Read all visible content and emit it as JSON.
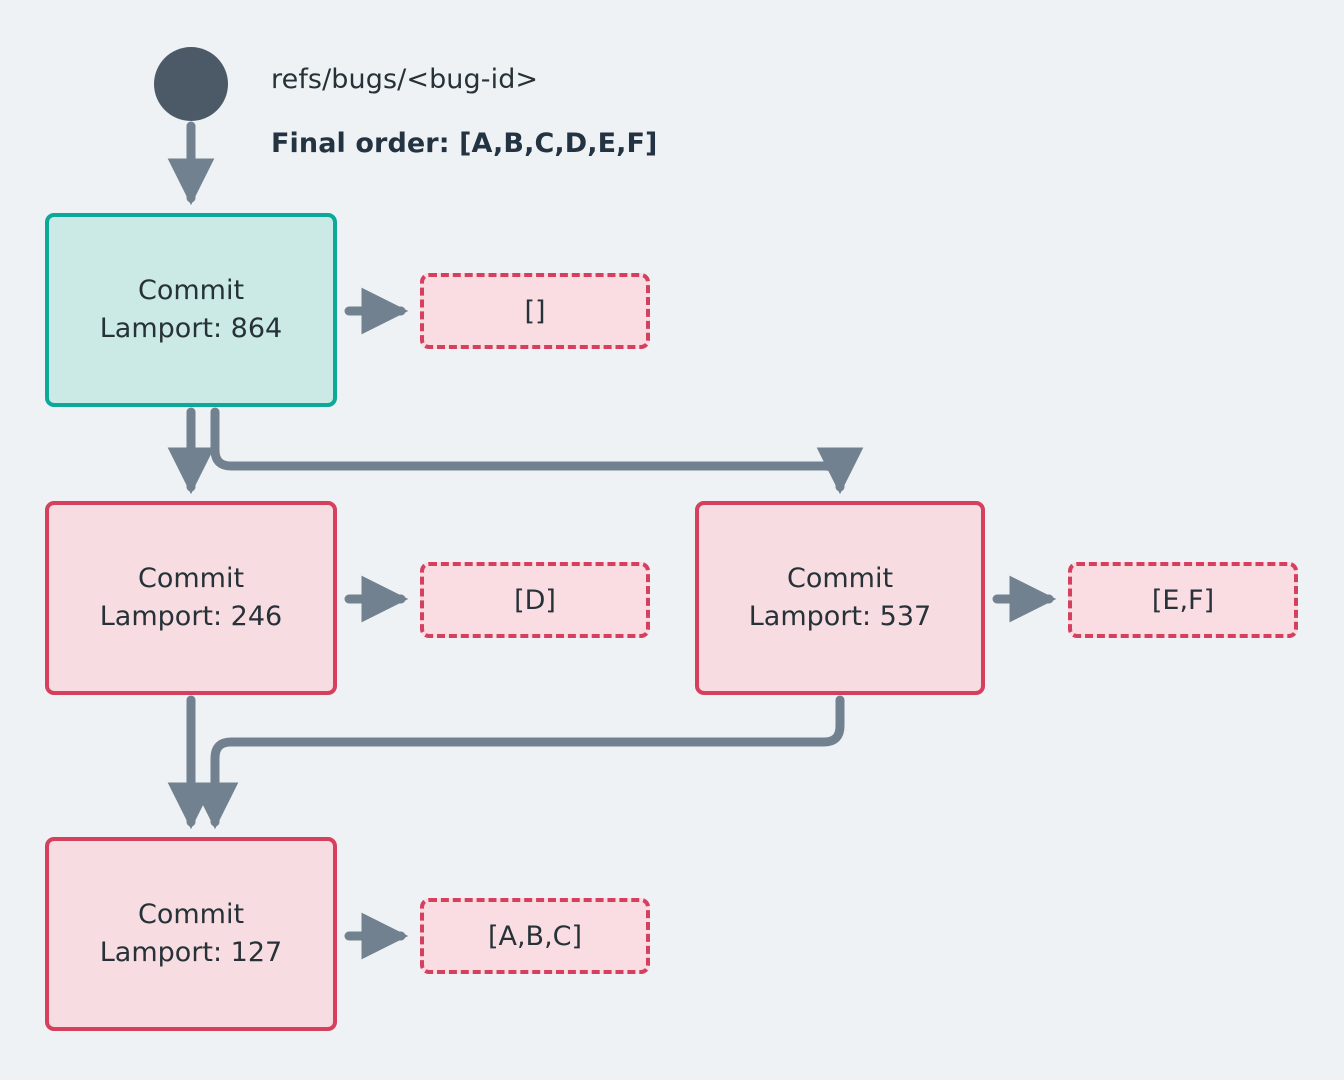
{
  "diagram": {
    "background_color": "#eef2f5",
    "root": {
      "icon": "filled-circle-node",
      "color": "#4b5a66",
      "ref_label": "refs/bugs/<bug-id>",
      "final_order_label": "Final order: [A,B,C,D,E,F]"
    },
    "colors": {
      "teal_border": "#0ca89a",
      "teal_fill": "#cbeae6",
      "pink_border": "#d6405f",
      "pink_fill": "#f7dde1",
      "payload_fill": "#f9dde2",
      "edge": "#72818f",
      "text": "#263238"
    },
    "nodes": [
      {
        "id": "c864",
        "title": "Commit",
        "lamport": "Lamport: 864",
        "style": "teal",
        "payload": "[]"
      },
      {
        "id": "c246",
        "title": "Commit",
        "lamport": "Lamport: 246",
        "style": "pink",
        "payload": "[D]"
      },
      {
        "id": "c537",
        "title": "Commit",
        "lamport": "Lamport: 537",
        "style": "pink",
        "payload": "[E,F]"
      },
      {
        "id": "c127",
        "title": "Commit",
        "lamport": "Lamport: 127",
        "style": "pink",
        "payload": "[A,B,C]"
      }
    ],
    "edges": [
      {
        "from": "root",
        "to": "c864"
      },
      {
        "from": "c864",
        "to": "c246"
      },
      {
        "from": "c864",
        "to": "c537"
      },
      {
        "from": "c864",
        "to": "payload-c864"
      },
      {
        "from": "c246",
        "to": "c127"
      },
      {
        "from": "c246",
        "to": "payload-c246"
      },
      {
        "from": "c537",
        "to": "c127"
      },
      {
        "from": "c537",
        "to": "payload-c537"
      },
      {
        "from": "c127",
        "to": "payload-c127"
      }
    ]
  }
}
